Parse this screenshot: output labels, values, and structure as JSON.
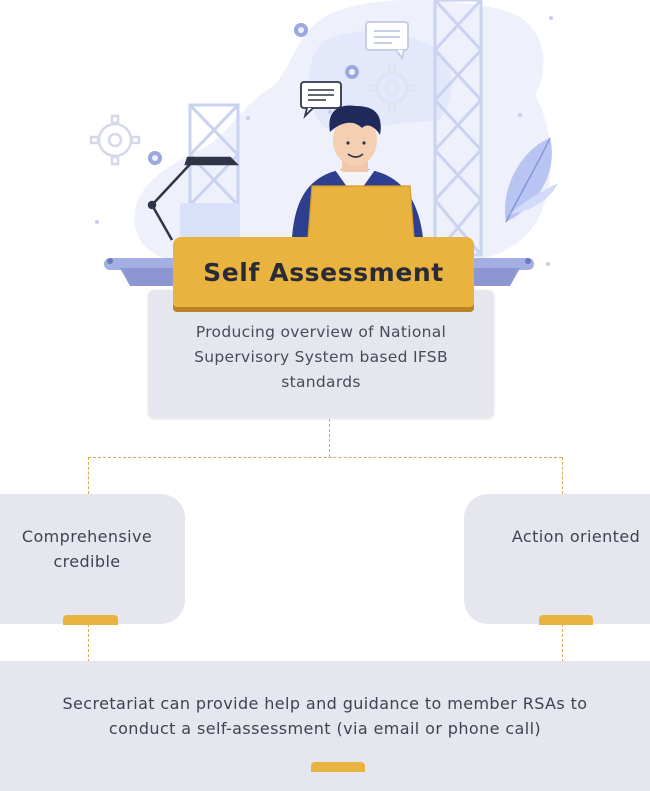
{
  "diagram": {
    "root": {
      "title": "Self Assessment",
      "description": "Producing overview of National Supervisory System based IFSB standards"
    },
    "branches": [
      {
        "label": "Comprehensive credible"
      },
      {
        "label": "Action oriented"
      }
    ],
    "footer": {
      "label": "Secretariat can provide help and guidance to member RSAs to conduct a self-assessment (via email or phone call)"
    }
  },
  "colors": {
    "accent": "#e8b33f",
    "card": "#e6e7ee",
    "illustration_blue": "#2f3f8f",
    "connector": "#e3a655"
  },
  "icons": [
    "gear-icon",
    "chat-bubble-icon",
    "desk-lamp-icon",
    "laptop-icon",
    "leaf-plant-icon",
    "person-at-desk-illustration"
  ]
}
